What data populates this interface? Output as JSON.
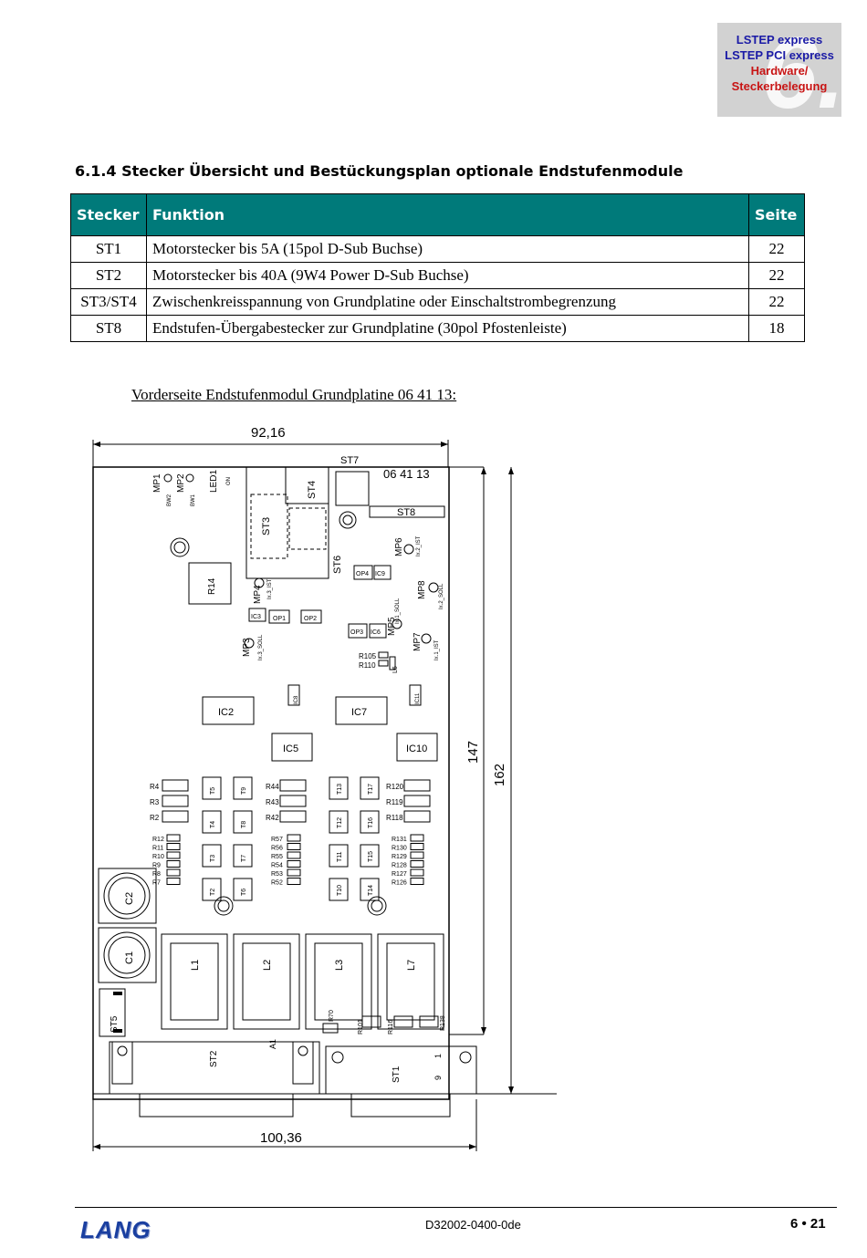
{
  "badge": {
    "chapter": "6.",
    "line1": "LSTEP express",
    "line2": "LSTEP PCI express",
    "line3": "Hardware/",
    "line4": "Steckerbelegung"
  },
  "section_title": "6.1.4 Stecker Übersicht und Bestückungsplan optionale Endstufenmodule",
  "table": {
    "headers": [
      "Stecker",
      "Funktion",
      "Seite"
    ],
    "rows": [
      [
        "ST1",
        "Motorstecker bis 5A (15pol D-Sub Buchse)",
        "22"
      ],
      [
        "ST2",
        "Motorstecker bis 40A (9W4 Power D-Sub Buchse)",
        "22"
      ],
      [
        "ST3/ST4",
        "Zwischenkreisspannung von Grundplatine oder Einschaltstrombegrenzung",
        "22"
      ],
      [
        "ST8",
        "Endstufen-Übergabestecker zur Grundplatine (30pol Pfostenleiste)",
        "18"
      ]
    ]
  },
  "drawing_caption": "Vorderseite Endstufenmodul Grundplatine 06 41 13:",
  "drawing": {
    "dim_width_top": "92,16",
    "dim_width_bottom": "100,36",
    "dim_height_inner": "147",
    "dim_height_outer": "162",
    "board_id": "06 41 13",
    "labels": {
      "st7": "ST7",
      "st4": "ST4",
      "st3": "ST3",
      "st8": "ST8",
      "st6": "ST6",
      "st5": "ST5",
      "st2": "ST2",
      "st1": "ST1",
      "mp1": "MP1",
      "mp2": "MP2",
      "mp3": "MP3",
      "mp4": "MP4",
      "mp5": "MP5",
      "mp6": "MP6",
      "mp7": "MP7",
      "mp8": "MP8",
      "bw2": "BW2",
      "bw1": "BW1",
      "led1": "LED1",
      "on": "ON",
      "r14": "R14",
      "ic2": "IC2",
      "ic3": "IC3",
      "ic5": "IC5",
      "ic6": "IC6",
      "ic7": "IC7",
      "ic8": "IC8",
      "ic9": "IC9",
      "ic10": "IC10",
      "ic11": "IC11",
      "op1": "OP1",
      "op2": "OP2",
      "op3": "OP3",
      "op4": "OP4",
      "ix2_ist": "Ix.2_IST",
      "ix2_soll": "Ix.2_SOLL",
      "ix1_soll": "Ix.1_SOLL",
      "ix1_ist": "Ix.1_IST",
      "ix3_ist": "Ix.3_IST",
      "ix3_soll": "Ix.3_SOLL",
      "l1": "L1",
      "l2": "L2",
      "l3": "L3",
      "l7": "L7",
      "l6": "L6",
      "c1": "C1",
      "c2": "C2",
      "a1": "A1",
      "pin1": "1",
      "pin9": "9",
      "r105": "R105",
      "r110": "R110",
      "r70": "R70",
      "r101": "R101",
      "r116": "R116",
      "r138": "R138"
    },
    "t_left": [
      "T5",
      "T4",
      "T3",
      "T2"
    ],
    "t_left2": [
      "T9",
      "T8",
      "T7",
      "T6"
    ],
    "t_right": [
      "T13",
      "T12",
      "T11",
      "T10"
    ],
    "t_right2": [
      "T17",
      "T16",
      "T15",
      "T14"
    ],
    "r_left_big": [
      "R4",
      "R3",
      "R2"
    ],
    "r_left_small": [
      "R12",
      "R11",
      "R10",
      "R9",
      "R8",
      "R7"
    ],
    "r_mid_big": [
      "R44",
      "R43",
      "R42"
    ],
    "r_mid_small": [
      "R57",
      "R56",
      "R55",
      "R54",
      "R53",
      "R52"
    ],
    "r_right_big": [
      "R120",
      "R119",
      "R118"
    ],
    "r_right_small": [
      "R131",
      "R130",
      "R129",
      "R128",
      "R127",
      "R126"
    ]
  },
  "footer": {
    "logo": "LANG",
    "doc_id": "D32002-0400-0de",
    "page": "6 • 21"
  }
}
